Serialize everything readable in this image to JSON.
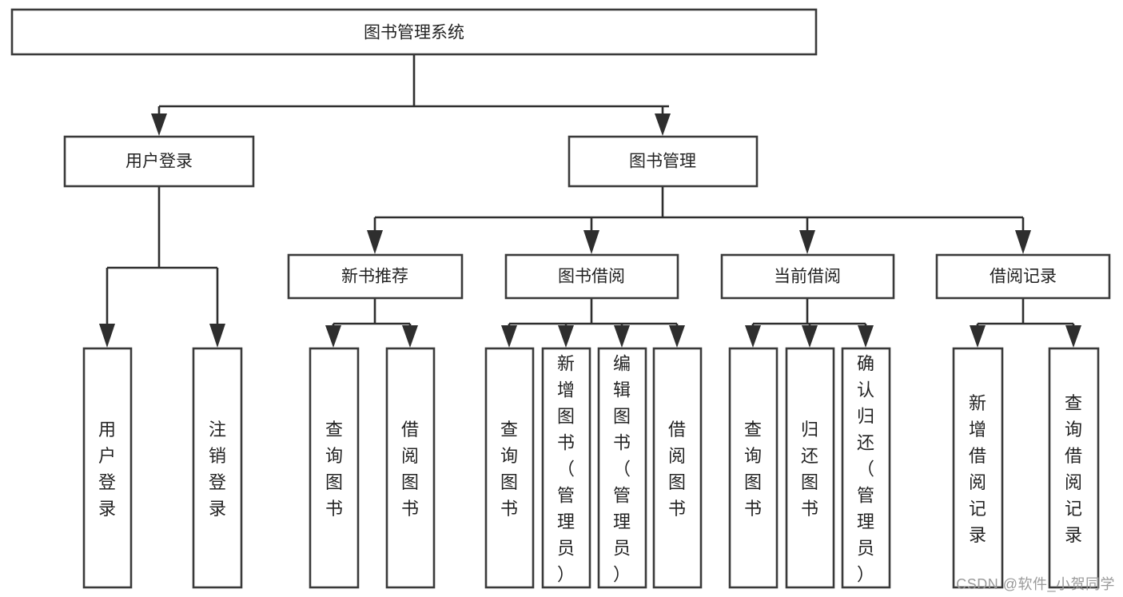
{
  "diagram": {
    "title": "图书管理系统",
    "type": "tree",
    "watermark": "CSDN @软件_小贺同学",
    "colors": {
      "box_fill": "#ffffff",
      "box_stroke": "#3a3a3a",
      "connector": "#2e2e2e",
      "text": "#232323",
      "watermark": "#9a9a9a",
      "background": "#ffffff"
    },
    "root": {
      "label": "图书管理系统"
    },
    "level2": [
      {
        "label": "用户登录"
      },
      {
        "label": "图书管理"
      }
    ],
    "level3": [
      {
        "label": "新书推荐"
      },
      {
        "label": "图书借阅"
      },
      {
        "label": "当前借阅"
      },
      {
        "label": "借阅记录"
      }
    ],
    "leaves": {
      "user_login": [
        {
          "label": "用户登录"
        },
        {
          "label": "注销登录"
        }
      ],
      "new_book_recommend": [
        {
          "label": "查询图书"
        },
        {
          "label": "借阅图书"
        }
      ],
      "book_borrow": [
        {
          "label": "查询图书"
        },
        {
          "label": "新增图书（管理员）"
        },
        {
          "label": "编辑图书（管理员）"
        },
        {
          "label": "借阅图书"
        }
      ],
      "current_borrow": [
        {
          "label": "查询图书"
        },
        {
          "label": "归还图书"
        },
        {
          "label": "确认归还（管理员）"
        }
      ],
      "borrow_record": [
        {
          "label": "新增借阅记录"
        },
        {
          "label": "查询借阅记录"
        }
      ]
    }
  }
}
